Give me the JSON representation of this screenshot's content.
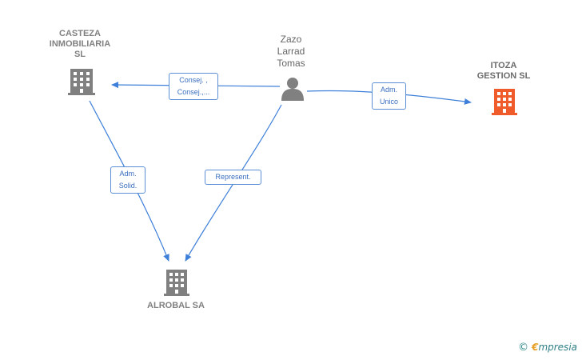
{
  "nodes": {
    "casteza": {
      "label": "CASTEZA\nINMOBILIARIA\nSL",
      "icon": "building-icon",
      "color": "#808080"
    },
    "itoza": {
      "label": "ITOZA\nGESTION  SL",
      "icon": "building-icon",
      "color": "#ef5b2b"
    },
    "alrobal": {
      "label": "ALROBAL SA",
      "icon": "building-icon",
      "color": "#808080"
    },
    "zazo": {
      "label": "Zazo\nLarrad\nTomas",
      "icon": "person-icon",
      "color": "#808080"
    }
  },
  "edges": {
    "zazo_casteza": "Consej. ,\nConsej.,...",
    "zazo_itoza": "Adm.\nUnico",
    "casteza_alrobal": "Adm.\nSolid.",
    "zazo_alrobal": "Represent."
  },
  "colors": {
    "edge": "#3d7fd9",
    "label_border": "#5b8fd6"
  },
  "brand": {
    "copyright": "©",
    "e": "€",
    "rest": "mpresia"
  }
}
